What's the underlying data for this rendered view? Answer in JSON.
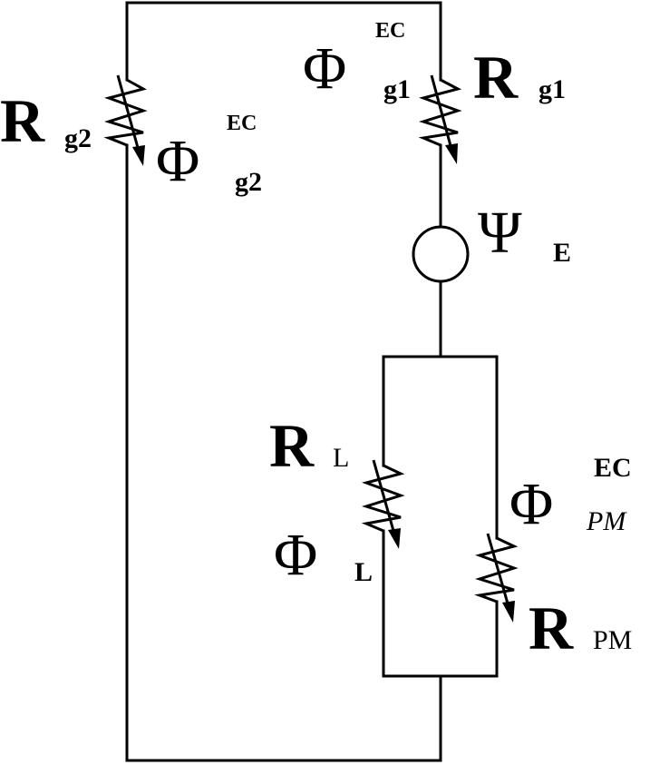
{
  "diagram": {
    "type": "magnetic equivalent circuit",
    "elements": {
      "rg2": {
        "label": "R",
        "subscript": "g2",
        "kind": "variable reluctance"
      },
      "phi_g2": {
        "label": "Φ",
        "subscript": "g2",
        "superscript": "EC"
      },
      "rg1": {
        "label": "R",
        "subscript": "g1",
        "kind": "variable reluctance"
      },
      "phi_g1": {
        "label": "Φ",
        "subscript": "g1",
        "superscript": "EC"
      },
      "psi_e": {
        "label": "Ψ",
        "subscript": "E",
        "kind": "source"
      },
      "rl": {
        "label": "R",
        "subscript": "L",
        "kind": "variable reluctance"
      },
      "phi_l": {
        "label": "Φ",
        "subscript": "L"
      },
      "rpm": {
        "label": "R",
        "subscript": "PM",
        "kind": "variable reluctance"
      },
      "phi_pm": {
        "label": "Φ",
        "subscript": "PM",
        "superscript": "EC"
      }
    },
    "colors": {
      "line": "#000000",
      "background": "#ffffff"
    }
  }
}
